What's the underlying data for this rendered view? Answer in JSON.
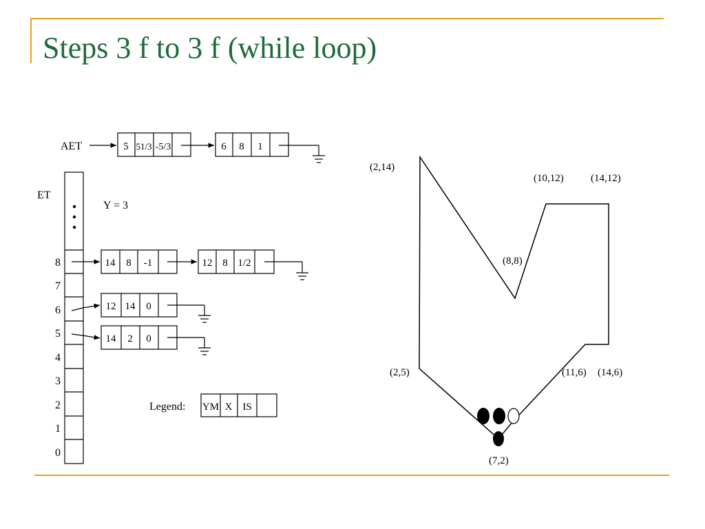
{
  "slide": {
    "title": "Steps 3 f to 3 f (while loop)"
  },
  "colors": {
    "accent": "#E3A21A",
    "title": "#1E6B3A"
  },
  "aet": {
    "label": "AET",
    "nodes": [
      {
        "cells": [
          "5",
          "51/3",
          "-5/3"
        ]
      },
      {
        "cells": [
          "6",
          "8",
          "1"
        ]
      }
    ]
  },
  "et": {
    "label": "ET",
    "y_label": "Y = 3",
    "rows": [
      "8",
      "7",
      "6",
      "5",
      "4",
      "3",
      "2",
      "1",
      "0"
    ],
    "lists": [
      {
        "row": "8",
        "nodes": [
          {
            "cells": [
              "14",
              "8",
              "-1"
            ]
          },
          {
            "cells": [
              "12",
              "8",
              "1/2"
            ]
          }
        ]
      },
      {
        "row": "6",
        "nodes": [
          {
            "cells": [
              "12",
              "14",
              "0"
            ]
          }
        ]
      },
      {
        "row": "5",
        "nodes": [
          {
            "cells": [
              "14",
              "2",
              "0"
            ]
          }
        ]
      }
    ]
  },
  "legend": {
    "label": "Legend:",
    "cells": [
      "YM",
      "X",
      "IS",
      ""
    ]
  },
  "polygon": {
    "vertices": [
      "(2,14)",
      "(10,12)",
      "(14,12)",
      "(8,8)",
      "(2,5)",
      "(11,6)",
      "(14,6)",
      "(7,2)"
    ]
  }
}
